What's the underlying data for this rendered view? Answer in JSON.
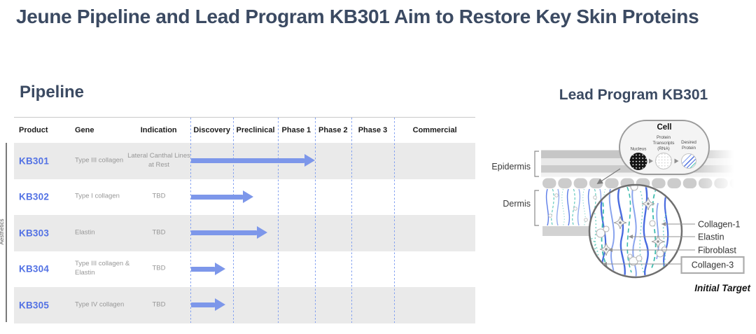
{
  "title": "Jeune Pipeline and Lead Program KB301 Aim to Restore Key Skin Proteins",
  "pipeline": {
    "heading": "Pipeline",
    "side_label": "Aesthetics",
    "columns": [
      "Product",
      "Gene",
      "Indication",
      "Discovery",
      "Preclinical",
      "Phase 1",
      "Phase 2",
      "Phase 3",
      "Commercial"
    ],
    "rows": [
      {
        "product": "KB301",
        "gene": "Type III collagen",
        "indication": "Lateral Canthal Lines at Rest",
        "stage_reached": "Phase 1",
        "stage_fraction": 1.0
      },
      {
        "product": "KB302",
        "gene": "Type I collagen",
        "indication": "TBD",
        "stage_reached": "Preclinical",
        "stage_fraction": 0.45
      },
      {
        "product": "KB303",
        "gene": "Elastin",
        "indication": "TBD",
        "stage_reached": "Preclinical",
        "stage_fraction": 0.77
      },
      {
        "product": "KB304",
        "gene": "Type III collagen & Elastin",
        "indication": "TBD",
        "stage_reached": "Discovery",
        "stage_fraction": 0.82
      },
      {
        "product": "KB305",
        "gene": "Type IV collagen",
        "indication": "TBD",
        "stage_reached": "Discovery",
        "stage_fraction": 0.82
      }
    ]
  },
  "lead_program": {
    "heading": "Lead Program KB301",
    "layers": {
      "epidermis": "Epidermis",
      "dermis": "Dermis"
    },
    "cell_inset": {
      "title": "Cell",
      "nucleus_label": "Nucleus",
      "rna_label_lines": [
        "Protein",
        "Transcripts",
        "(RNA)"
      ],
      "protein_label_lines": [
        "Desired",
        "Protein"
      ]
    },
    "annotations": {
      "collagen1": "Collagen-1",
      "elastin": "Elastin",
      "fibroblast": "Fibroblast",
      "collagen3": "Collagen-3"
    },
    "initial_target": "Initial Target"
  },
  "colors": {
    "heading": "#3b4a62",
    "product_blue": "#5372e4",
    "arrow_blue": "#7d97ea",
    "dashed_divider_blue": "#7f9ef0",
    "row_gray": "#eaeaea",
    "collagen_blue": "#4a6ce0",
    "elastin_teal": "#3fbcae"
  }
}
